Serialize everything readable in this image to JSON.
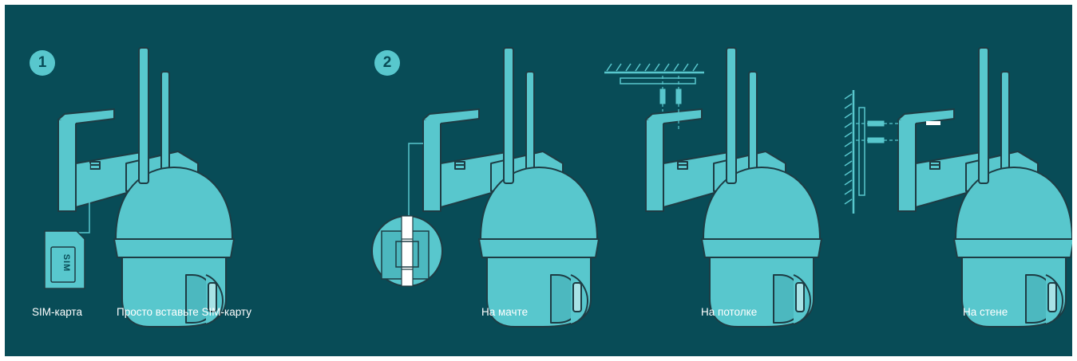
{
  "steps": {
    "one": "1",
    "two": "2"
  },
  "captions": {
    "sim_card": "SIM-карта",
    "insert_sim": "Просто вставьте SIM-карту",
    "pole": "На мачте",
    "ceiling": "На потолке",
    "wall": "На стене"
  },
  "sim_chip_text": "SIM",
  "colors": {
    "background": "#084c57",
    "accent": "#58c7cd",
    "outline": "#1d3c44",
    "caption": "#ffffff"
  }
}
